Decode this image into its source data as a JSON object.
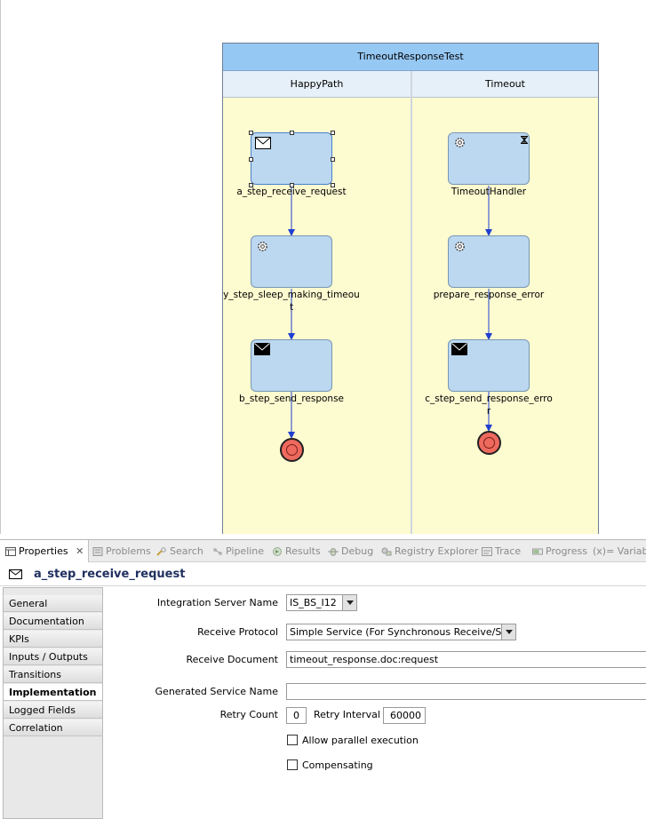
{
  "diagram": {
    "pool_title": "TimeoutResponseTest",
    "lanes": [
      "HappyPath",
      "Timeout"
    ],
    "steps": {
      "receive_request": "a_step_receive_request",
      "sleep_line1": "y_step_sleep_making_timeou",
      "sleep_line2": "t",
      "send_response": "b_step_send_response",
      "timeout_handler": "TimeoutHandler",
      "prepare_error": "prepare_response_error",
      "send_error_line1": "c_step_send_response_erro",
      "send_error_line2": "r"
    }
  },
  "tabs": {
    "properties": "Properties",
    "problems": "Problems",
    "search": "Search",
    "pipeline": "Pipeline",
    "results": "Results",
    "debug": "Debug",
    "registry": "Registry Explorer",
    "trace": "Trace",
    "progress": "Progress",
    "variables": "(x)= Variables"
  },
  "selection_title": "a_step_receive_request",
  "nav": [
    "General",
    "Documentation",
    "KPIs",
    "Inputs / Outputs",
    "Transitions",
    "Implementation",
    "Logged Fields",
    "Correlation"
  ],
  "form": {
    "server_label": "Integration Server Name",
    "server_value": "IS_BS_I12",
    "protocol_label": "Receive Protocol",
    "protocol_value": "Simple Service (For Synchronous Receive/Send)",
    "document_label": "Receive Document",
    "document_value": "timeout_response.doc:request",
    "generated_label": "Generated Service Name",
    "generated_value": "",
    "retry_count_label": "Retry Count",
    "retry_count_value": "0",
    "retry_interval_label": "Retry Interval",
    "retry_interval_value": "60000",
    "parallel_label": "Allow parallel execution",
    "compensating_label": "Compensating"
  }
}
